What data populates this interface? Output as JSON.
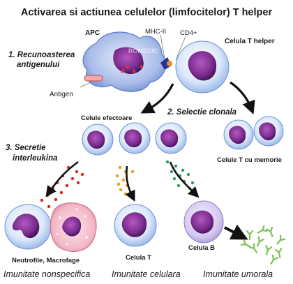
{
  "title": "Activarea si actiunea celulelor (limfocitelor) T helper",
  "steps": {
    "step1_line1": "1. Recunoasterea",
    "step1_line2": "antigenului",
    "step2": "2. Selectie clonala",
    "step3_line1": "3. Secretie",
    "step3_line2": "interleukina"
  },
  "labels": {
    "apc": "APC",
    "mhc": "MHC-II",
    "cd4": "CD4+",
    "t_helper": "Celula T helper",
    "antigen": "Antigen",
    "effector": "Celule efectoare",
    "memory": "Celule T cu memorie",
    "t_cell": "Celula T",
    "b_cell": "Celula B",
    "neutro": "Neutrofile, Macrofage",
    "watermark": "ROMEDIC"
  },
  "immunity": {
    "nonspecific": "Imunitate nonspecifica",
    "cellular": "Imunitate celulara",
    "humoral": "Imunitate umorala"
  },
  "colors": {
    "cell_fill": "#cfe0f7",
    "cell_edge": "#6f93d6",
    "nucleus": "#7b2d8e",
    "apc_fill": "#9fb4e6",
    "cytokine_red": "#d9261c",
    "cytokine_orange": "#f29a17",
    "cytokine_green": "#2e9f57",
    "antibody": "#9fd07a",
    "macrophage": "#f3c2cf"
  }
}
